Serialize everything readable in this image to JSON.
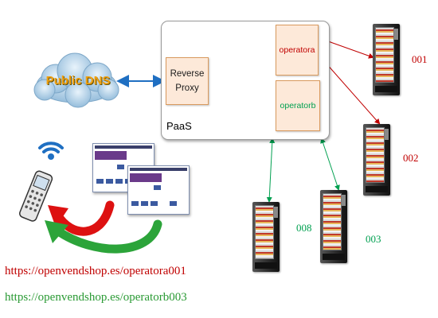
{
  "cloud": {
    "label": "Public DNS"
  },
  "paas": {
    "label": "PaaS",
    "reverse_proxy": "Reverse Proxy",
    "operatora": "operatora",
    "operatorb": "operatorb"
  },
  "machines": [
    {
      "id": "001",
      "color": "#c00000"
    },
    {
      "id": "002",
      "color": "#c00000"
    },
    {
      "id": "003",
      "color": "#00a050"
    },
    {
      "id": "008",
      "color": "#00a050"
    }
  ],
  "urls": {
    "operatora": "https://openvendshop.es/operatora001",
    "operatorb": "https://openvendshop.es/operatorb003"
  },
  "colors": {
    "red": "#c00000",
    "green": "#00a050",
    "blue_arrow": "#1f6fc2",
    "box_fill": "#fde9d9",
    "box_border": "#d99a5e"
  }
}
